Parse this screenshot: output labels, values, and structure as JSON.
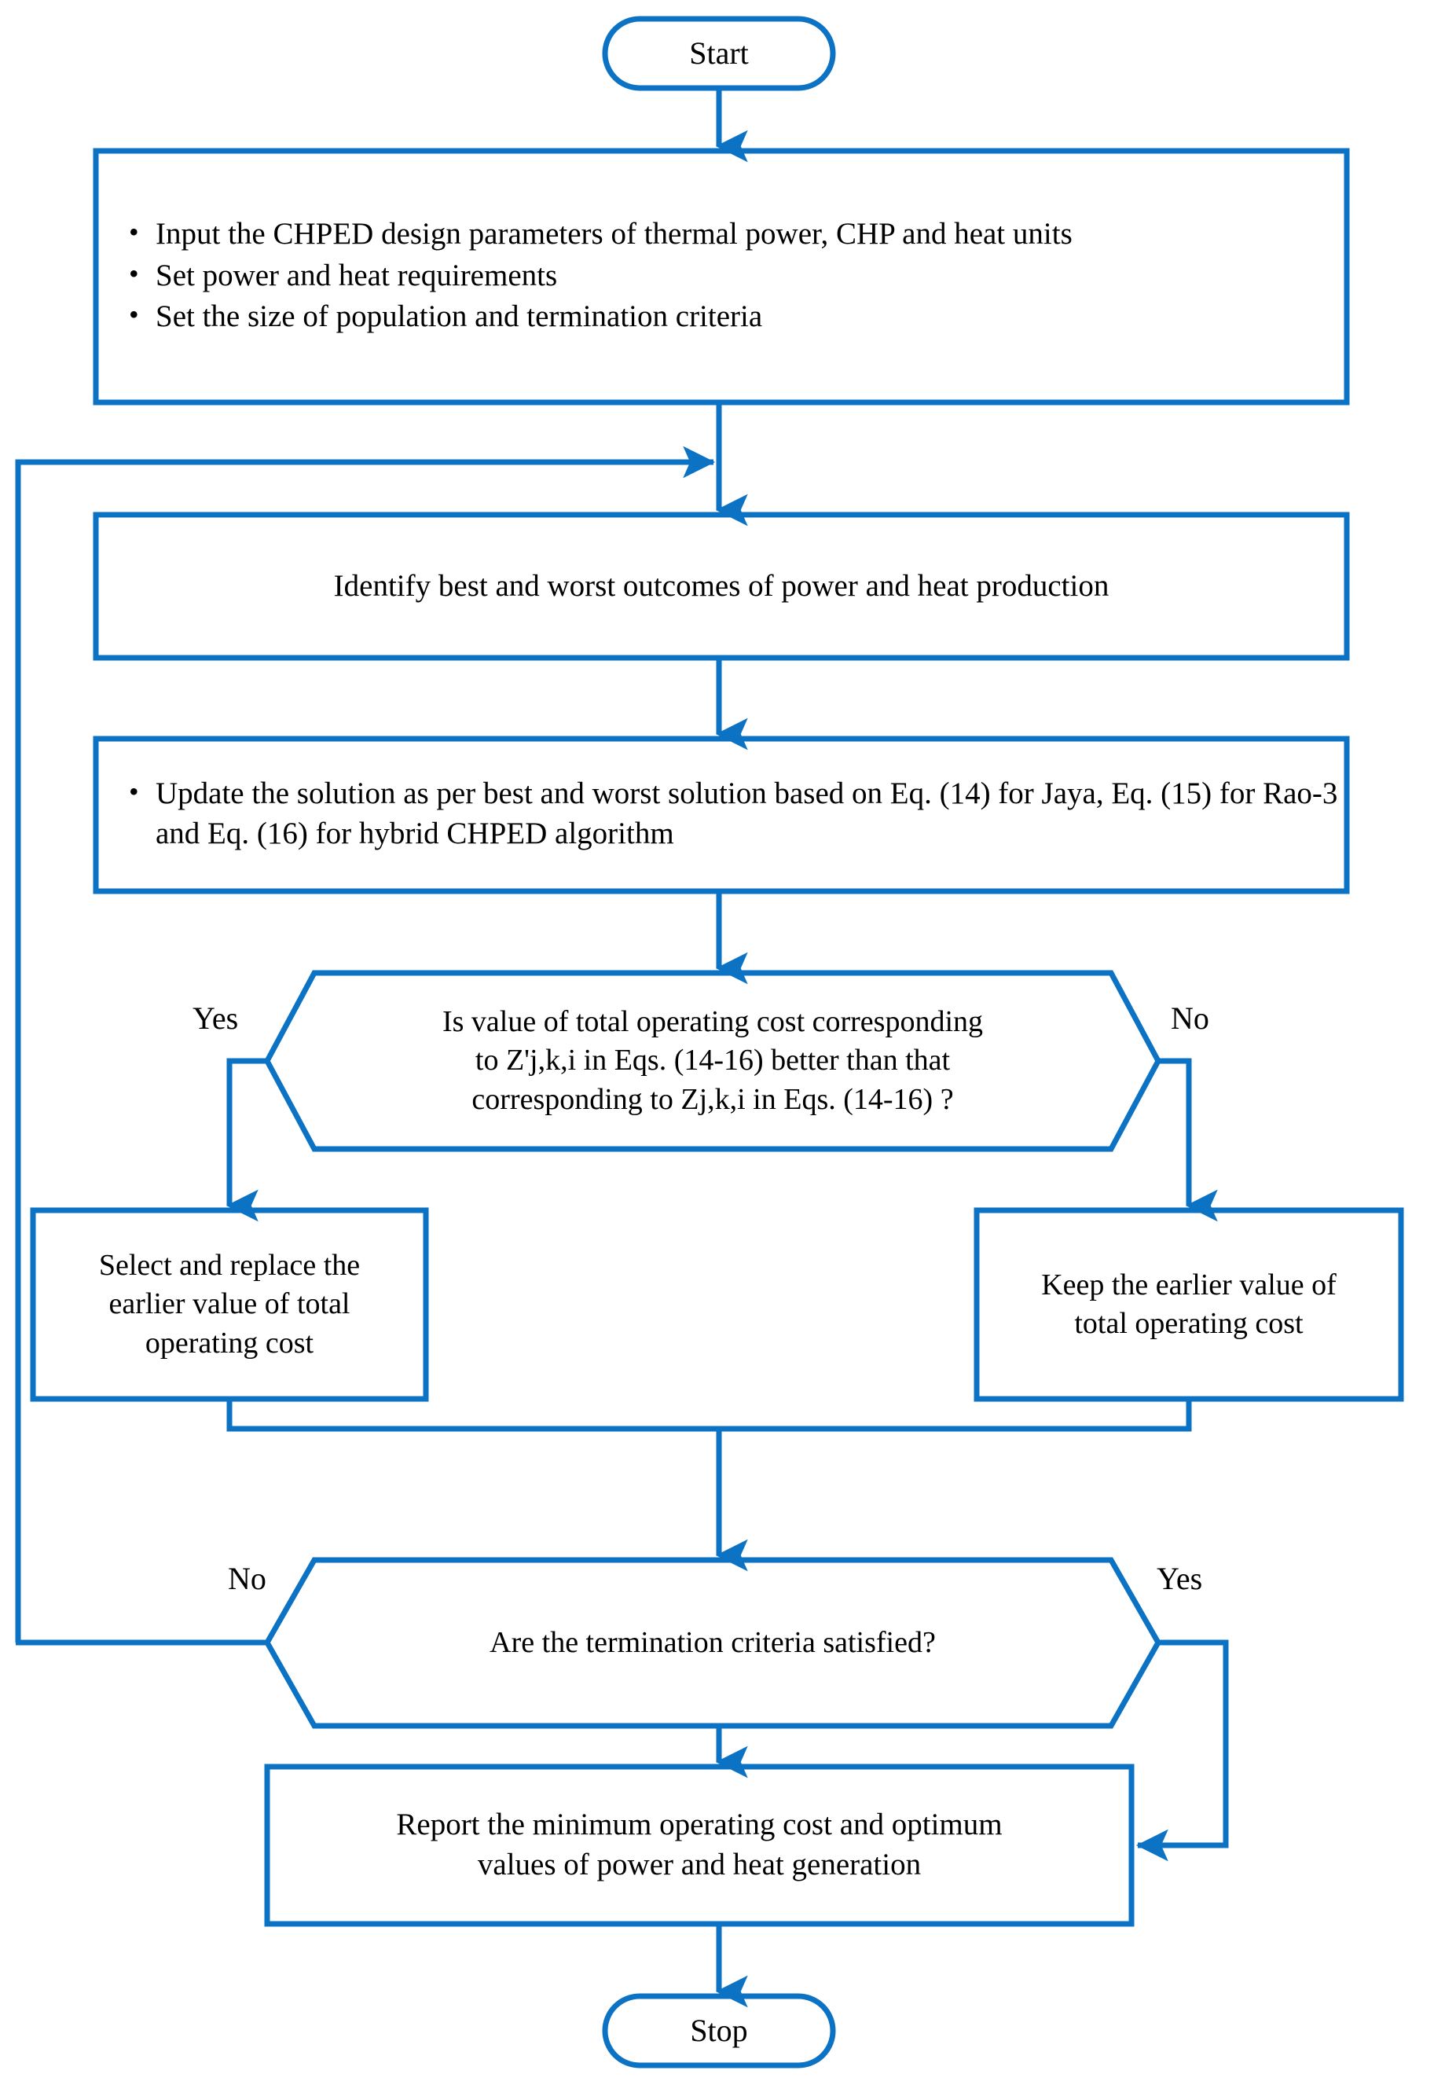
{
  "diagram": {
    "title": "CHPED hybrid algorithm flowchart",
    "stroke_color": "#0B72C4",
    "text_color": "#000000",
    "background": "#FFFFFF"
  },
  "nodes": {
    "start": {
      "label": "Start",
      "shape": "terminator"
    },
    "input": {
      "shape": "process",
      "bullets": [
        "Input the CHPED  design parameters of thermal power, CHP and heat units",
        "Set power and heat requirements",
        "Set the size of population and termination criteria"
      ]
    },
    "identify": {
      "shape": "process",
      "label": "Identify best and worst outcomes of power and heat production"
    },
    "update": {
      "shape": "process",
      "bullets": [
        "Update the solution as per  best and worst solution based on Eq. (14) for Jaya, Eq. (15) for Rao-3 and Eq. (16) for hybrid CHPED algorithm"
      ]
    },
    "decision_cost": {
      "shape": "decision",
      "lines": [
        "Is value of total operating cost corresponding",
        "to Z'j,k,i in Eqs. (14-16)  better than that",
        "corresponding to Zj,k,i in Eqs. (14-16) ?"
      ]
    },
    "select_replace": {
      "shape": "process",
      "lines": [
        "Select and replace the",
        "earlier value of total",
        "operating cost"
      ]
    },
    "keep_earlier": {
      "shape": "process",
      "lines": [
        "Keep the earlier value of",
        "total operating cost"
      ]
    },
    "decision_termination": {
      "shape": "decision",
      "label": "Are the termination criteria satisfied?"
    },
    "report": {
      "shape": "process",
      "lines": [
        "Report the minimum operating cost and optimum",
        "values of power and heat generation"
      ]
    },
    "stop": {
      "label": "Stop",
      "shape": "terminator"
    }
  },
  "edge_labels": {
    "cost_yes": "Yes",
    "cost_no": "No",
    "termination_no": "No",
    "termination_yes": "Yes"
  }
}
